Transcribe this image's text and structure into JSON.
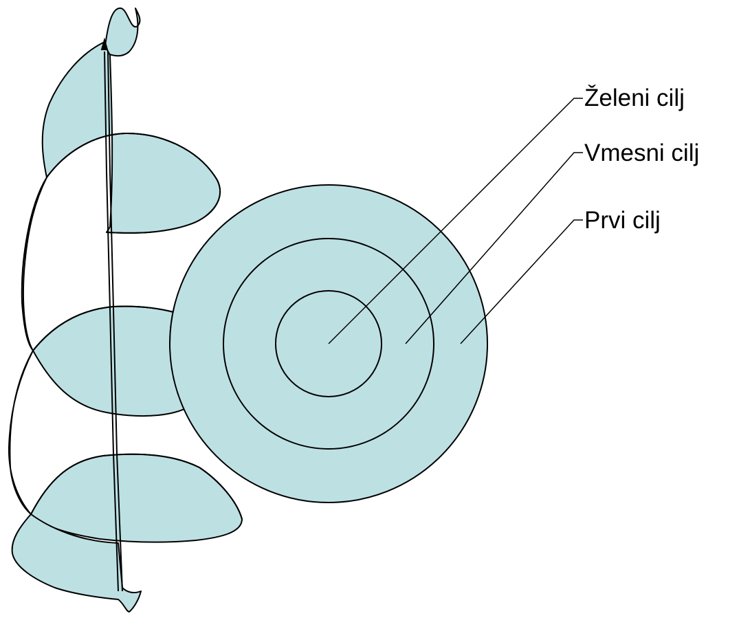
{
  "colors": {
    "fill": "#bde0e3",
    "stroke": "#000000",
    "background": "#ffffff"
  },
  "target": {
    "rings": 3
  },
  "labels": {
    "desired_goal": "Želeni cilj",
    "intermediate_goal": "Vmesni cilj",
    "first_goal": "Prvi cilj"
  }
}
